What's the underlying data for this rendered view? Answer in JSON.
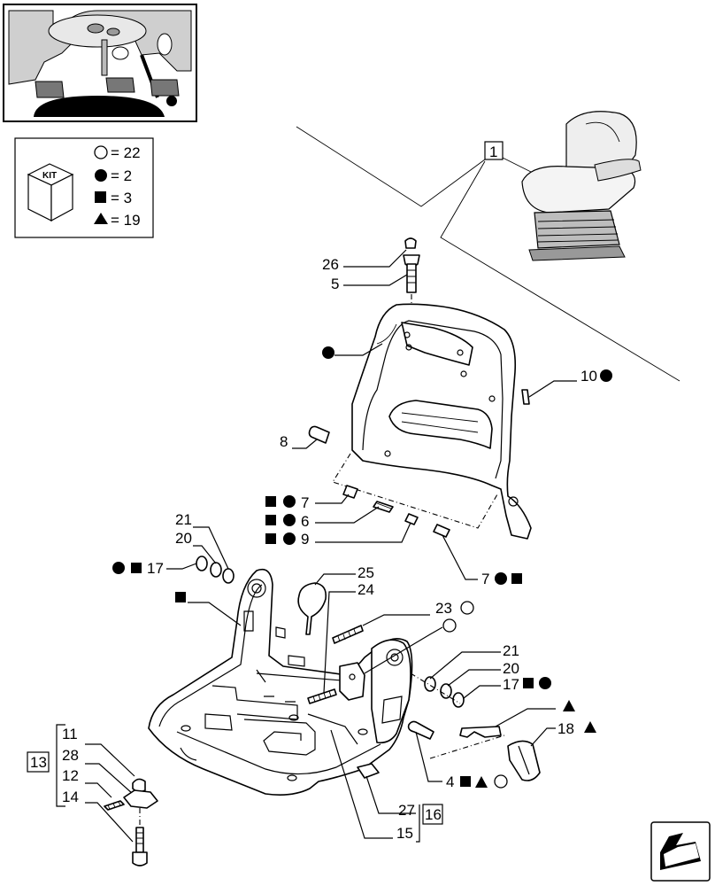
{
  "kit_legend": {
    "kit_label": "KIT",
    "entries": [
      {
        "symbol": "circle-open",
        "text": "= 22"
      },
      {
        "symbol": "circle-filled",
        "text": "= 2"
      },
      {
        "symbol": "square-filled",
        "text": "= 3"
      },
      {
        "symbol": "triangle-filled",
        "text": "= 19"
      }
    ]
  },
  "callouts": {
    "c1": "1",
    "c26": "26",
    "c5": "5",
    "c10": "10",
    "c8": "8",
    "c7a": "7",
    "c6": "6",
    "c9": "9",
    "c7b": "7",
    "c21a": "21",
    "c20a": "20",
    "c17a": "17",
    "c25": "25",
    "c24": "24",
    "c23": "23",
    "c21b": "21",
    "c20b": "20",
    "c17b": "17",
    "c18": "18",
    "c4": "4",
    "c11": "11",
    "c28": "28",
    "c12": "12",
    "c14": "14",
    "c13": "13",
    "c27": "27",
    "c16": "16",
    "c15": "15"
  }
}
